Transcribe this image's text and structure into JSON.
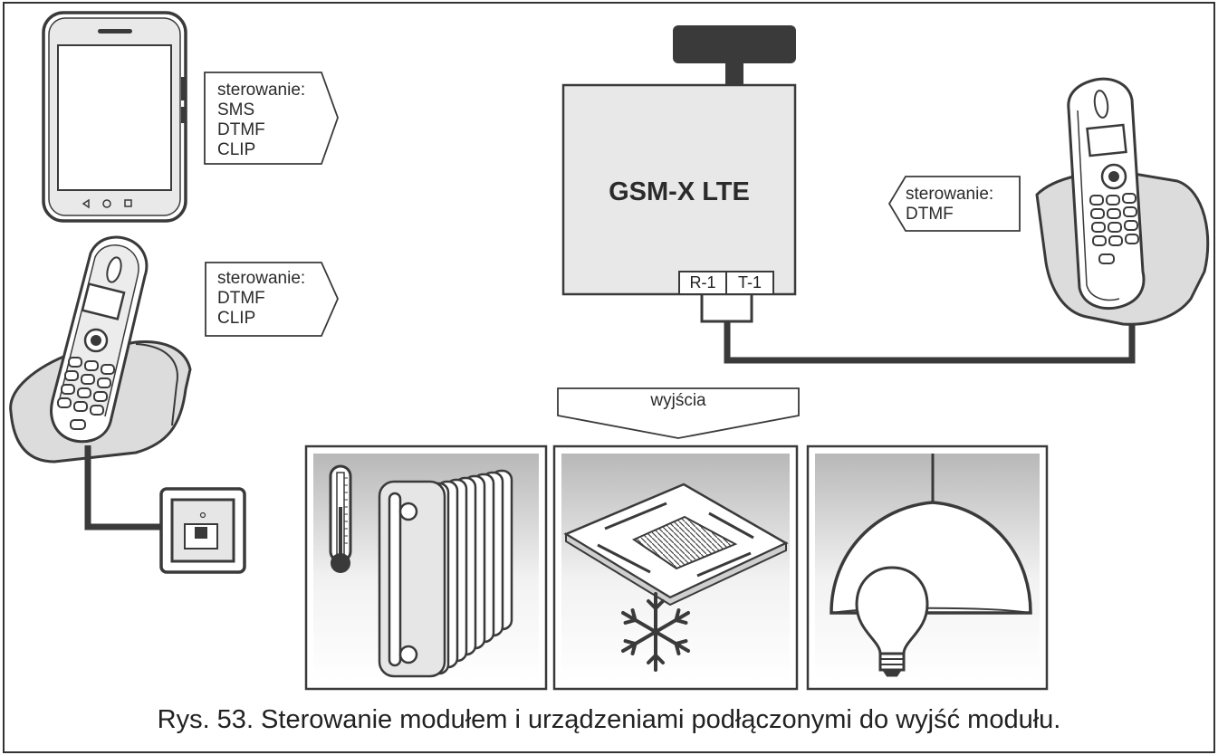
{
  "module": {
    "name": "GSM-X LTE",
    "terminal_r": "R-1",
    "terminal_t": "T-1"
  },
  "callouts": {
    "smartphone": "sterowanie:\nSMS\nDTMF\nCLIP",
    "left_phone": "sterowanie:\nDTMF\nCLIP",
    "right_phone": "sterowanie:\nDTMF"
  },
  "outputs_label": "wyjścia",
  "caption": "Rys. 53. Sterowanie modułem i urządzeniami podłączonymi do wyjść modułu.",
  "colors": {
    "outline": "#3a3a3a",
    "module_fill": "#e8e8e8",
    "panel_gradient_top": "#bdbdbd",
    "panel_gradient_bottom": "#ffffff"
  }
}
